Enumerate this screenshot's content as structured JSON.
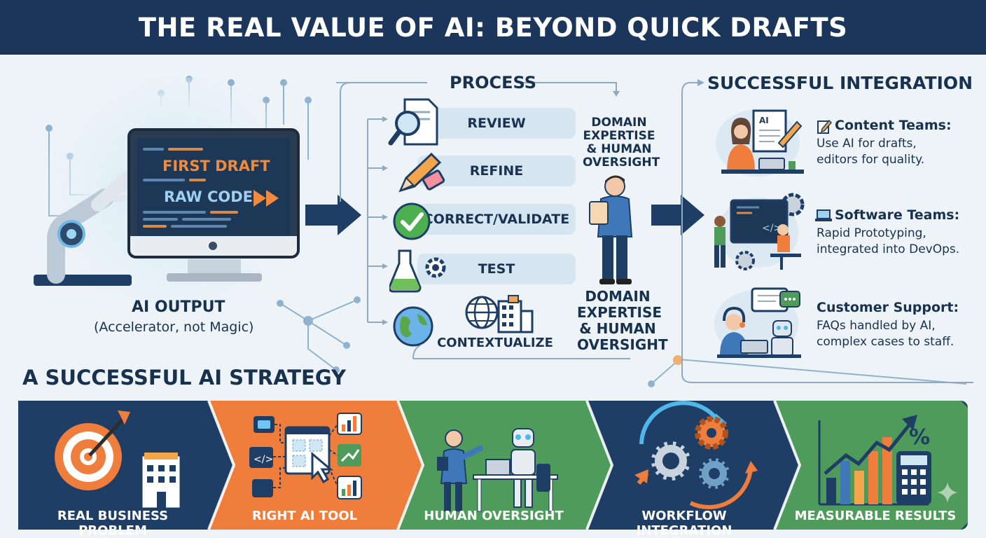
{
  "header": {
    "title": "THE REAL VALUE OF AI: BEYOND QUICK DRAFTS"
  },
  "ai_output": {
    "screen_line1": "FIRST DRAFT",
    "screen_line2": "RAW CODE",
    "title": "AI OUTPUT",
    "subtitle": "(Accelerator, not Magic)"
  },
  "process": {
    "title": "PROCESS",
    "steps": [
      {
        "label": "REVIEW",
        "icon": "magnifier-document-icon"
      },
      {
        "label": "REFINE",
        "icon": "pencil-eraser-icon"
      },
      {
        "label": "CORRECT/VALIDATE",
        "icon": "checkmark-icon"
      },
      {
        "label": "TEST",
        "icon": "flask-gear-icon"
      },
      {
        "label": "CONTEXTUALIZE",
        "icon": "globe-building-icon"
      }
    ],
    "expertise_top": [
      "DOMAIN",
      "EXPERTISE",
      "& HUMAN",
      "OVERSIGHT"
    ],
    "expertise_bottom": [
      "DOMAIN",
      "EXPERTISE",
      "& HUMAN",
      "OVERSIGHT"
    ]
  },
  "integration": {
    "title": "SUCCESSFUL INTEGRATION",
    "teams": [
      {
        "icon": "memo-icon",
        "title": "Content Teams:",
        "desc": [
          "Use AI for drafts,",
          "editors for quality."
        ]
      },
      {
        "icon": "laptop-icon",
        "title": "Software Teams:",
        "desc": [
          "Rapid Prototyping,",
          "integrated into DevOps."
        ]
      },
      {
        "icon": "",
        "title": "Customer Support:",
        "desc": [
          "FAQs handled by AI,",
          "complex cases to staff."
        ]
      }
    ]
  },
  "strategy": {
    "title": "A SUCCESSFUL AI STRATEGY",
    "stages": [
      {
        "label": "REAL BUSINESS PROBLEM",
        "color": "#1f3e66"
      },
      {
        "label": "RIGHT AI TOOL",
        "color": "#ef7d3c"
      },
      {
        "label": "HUMAN OVERSIGHT",
        "color": "#4e9b5c"
      },
      {
        "label": "WORKFLOW INTEGRATION",
        "color": "#1f3e66"
      },
      {
        "label": "MEASURABLE RESULTS",
        "color": "#4e9b5c"
      }
    ]
  },
  "colors": {
    "navy": "#1b365a",
    "orange": "#ef7d3c",
    "green": "#4e9b5c",
    "light_blue": "#d6e6f1"
  }
}
